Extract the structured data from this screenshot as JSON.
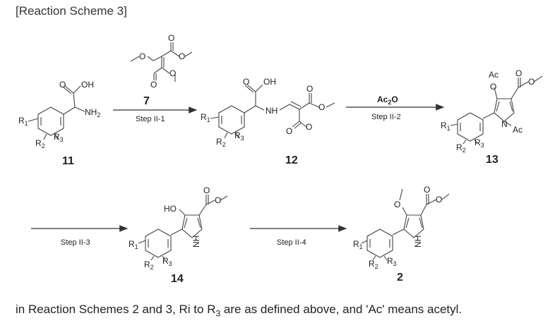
{
  "heading": "[Reaction Scheme 3]",
  "compounds": {
    "c11": "11",
    "c7": "7",
    "c12": "12",
    "c13": "13",
    "c14": "14",
    "c2": "2"
  },
  "steps": {
    "s1": "Step II-1",
    "s2": "Step II-2",
    "s3": "Step II-3",
    "s4": "Step II-4"
  },
  "reagent_ac2o": "Ac",
  "reagent_ac2o_sub": "2",
  "reagent_ac2o_tail": "O",
  "atoms": {
    "oh": "OH",
    "nh2": "NH",
    "nh2_sub": "2",
    "nh": "NH",
    "ho": "HO",
    "pyrrole_nh": "NH",
    "n": "N",
    "ac": "Ac",
    "o": "O",
    "r1": "R",
    "r1_sub": "1",
    "r2": "R",
    "r2_sub": "2",
    "r3": "R",
    "r3_sub": "3"
  },
  "footer": {
    "part1": "in Reaction Schemes 2 and 3, Ri to R",
    "sub": "3",
    "part2": " are as defined above, and 'Ac' means acetyl."
  }
}
